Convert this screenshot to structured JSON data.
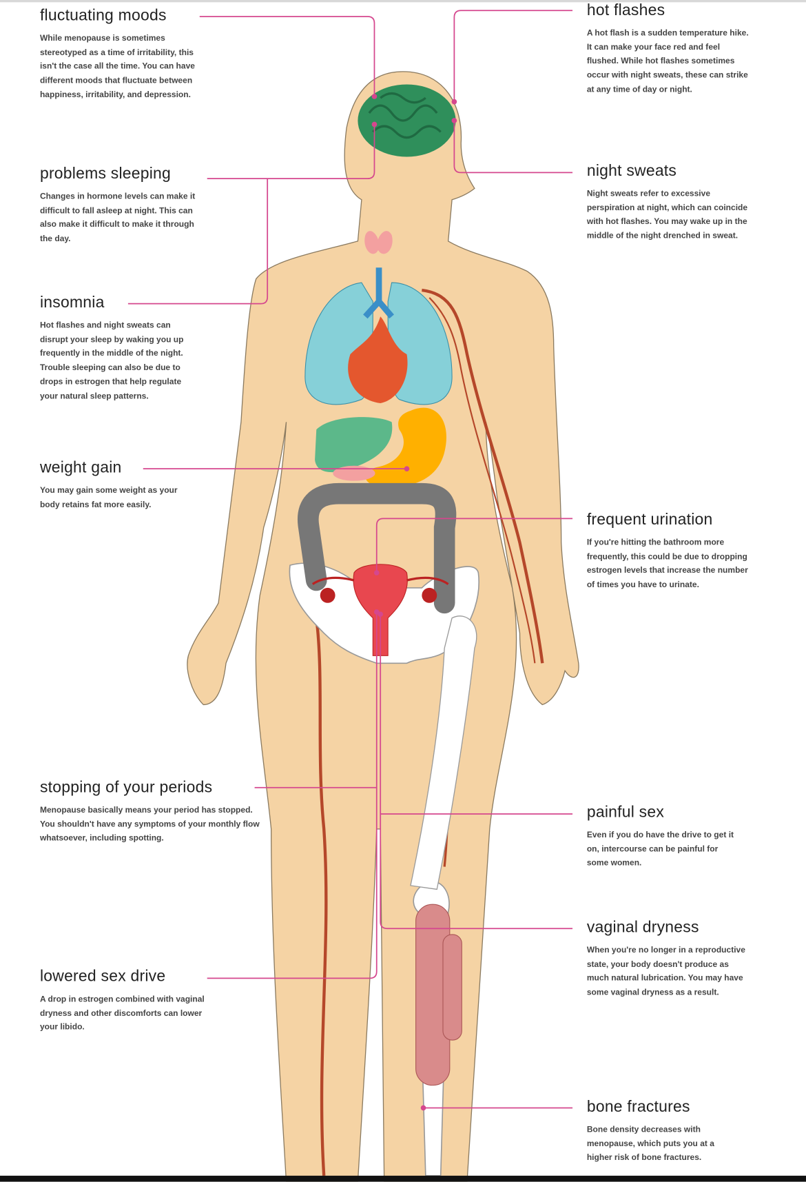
{
  "symptoms_left": [
    {
      "title": "fluctuating moods",
      "text": "While menopause is sometimes stereotyped as a time of irritability, this isn't the case all the time. You can have different moods that fluctuate between happiness, irritability, and depression."
    },
    {
      "title": "problems sleeping",
      "text": "Changes in hormone levels can make it difficult to fall asleep at night. This can also make it difficult to make it through the day."
    },
    {
      "title": "insomnia",
      "text": "Hot flashes and night sweats can disrupt your sleep by waking you up frequently in the middle of the night. Trouble sleeping can also be due to drops in estrogen that help regulate your natural sleep patterns."
    },
    {
      "title": "weight gain",
      "text": "You may gain some weight as your body retains fat more easily."
    },
    {
      "title": "stopping of your periods",
      "text": "Menopause basically means your period has stopped. You shouldn't have any symptoms of your monthly flow whatsoever, including spotting."
    },
    {
      "title": "lowered sex drive",
      "text": "A drop in estrogen combined with vaginal dryness and other discomforts can lower your libido."
    }
  ],
  "symptoms_right": [
    {
      "title": "hot flashes",
      "text": "A hot flash is a sudden temperature hike. It can make your face red and feel flushed. While hot flashes sometimes occur with night sweats, these can strike at any time of day or night."
    },
    {
      "title": "night sweats",
      "text": "Night sweats refer to excessive perspiration at night, which can coincide with hot flashes. You may wake up in the middle of the night drenched in sweat."
    },
    {
      "title": "frequent urination",
      "text": "If you're hitting the bathroom more frequently, this could be due to dropping estrogen levels that increase the number of times you have to urinate."
    },
    {
      "title": "painful sex",
      "text": "Even if you do have the drive to get it on, intercourse can be painful for some women."
    },
    {
      "title": "vaginal dryness",
      "text": "When you're no longer in a reproductive state, your body doesn't produce as much natural lubrication. You may have some vaginal dryness as a result."
    },
    {
      "title": "bone fractures",
      "text": "Bone density decreases with menopause, which puts you at a higher risk of bone fractures."
    }
  ],
  "colors": {
    "leader": "#d5478e",
    "skin": "#f5d3a4",
    "brain": "#2f8f5b",
    "lungs": "#86d0d8",
    "heart": "#e4572e",
    "liver": "#5cb88a",
    "stomach": "#ffb000",
    "intestine": "#777777",
    "uterus": "#e8474f",
    "artery": "#b5472a",
    "muscle": "#d98b8b"
  }
}
